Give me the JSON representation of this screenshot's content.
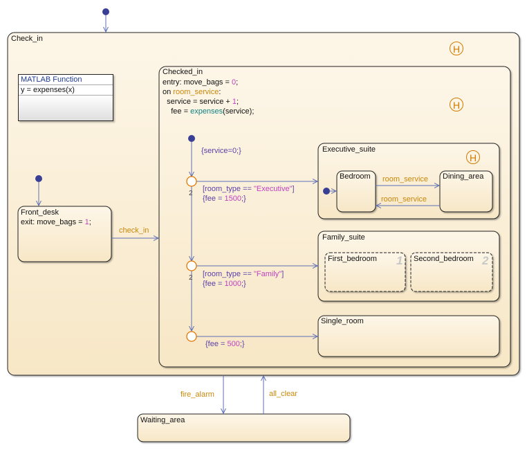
{
  "states": {
    "check_in": "Check_in",
    "checked_in": "Checked_in",
    "front_desk": "Front_desk",
    "executive_suite": "Executive_suite",
    "bedroom": "Bedroom",
    "dining_area": "Dining_area",
    "family_suite": "Family_suite",
    "first_bedroom": "First_bedroom",
    "second_bedroom": "Second_bedroom",
    "single_room": "Single_room",
    "waiting_area": "Waiting_area"
  },
  "front_desk_action": {
    "prefix": "exit: move_bags = ",
    "value": "1",
    "suffix": ";"
  },
  "checked_in_actions": {
    "entry_prefix": "entry: move_bags = ",
    "entry_value": "0",
    "entry_suffix": ";",
    "on_prefix": "on ",
    "on_event": "room_service",
    "on_suffix": ":",
    "service_prefix": "  service = service + ",
    "service_value": "1",
    "service_suffix": ";",
    "fee_prefix": "  fee = ",
    "fee_func": "expenses",
    "fee_suffix": "(service);"
  },
  "matlab_function": {
    "header": "MATLAB Function",
    "signature": "y = expenses(x)"
  },
  "history_symbol": "H",
  "parallel_numbers": {
    "first": "1",
    "second": "2"
  },
  "junction_numbers": {
    "first": "2",
    "second": "2"
  },
  "transitions": {
    "check_in": "check_in",
    "fire_alarm": "fire_alarm",
    "all_clear": "all_clear",
    "room_service_forward": "room_service",
    "room_service_back": "room_service",
    "service_init": "{service=0;}",
    "exec_cond_prefix": "[room_type == ",
    "exec_cond_value": "\"Executive\"",
    "exec_cond_suffix": "]",
    "exec_action_prefix": "{fee = ",
    "exec_action_value": "1500",
    "exec_action_suffix": ";}",
    "family_cond_prefix": "[room_type == ",
    "family_cond_value": "\"Family\"",
    "family_cond_suffix": "]",
    "family_action_prefix": "{fee = ",
    "family_action_value": "1000",
    "family_action_suffix": ";}",
    "single_action_prefix": "{fee = ",
    "single_action_value": "500",
    "single_action_suffix": ";}"
  },
  "colors": {
    "state_fill": "#faefd8",
    "state_border": "#222222",
    "transition": "#5d6fb4",
    "junction": "#e07800",
    "history": "#d07a00",
    "default_dot": "#3a3f96"
  }
}
